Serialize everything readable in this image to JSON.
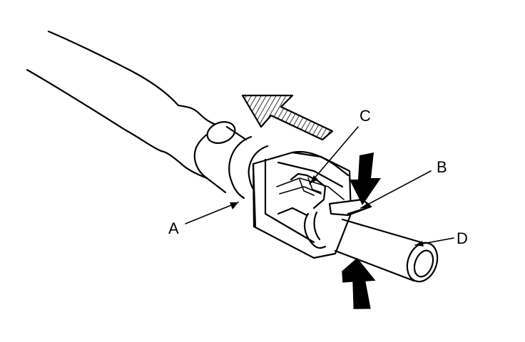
{
  "labels": {
    "a": "A",
    "b": "B",
    "c": "C",
    "d": "D"
  },
  "colors": {
    "line": "#000000",
    "background": "#ffffff"
  },
  "icons": {
    "direction_arrow": "hatched-arrow-icon",
    "squeeze_arrows": "solid-arrow-icon"
  }
}
